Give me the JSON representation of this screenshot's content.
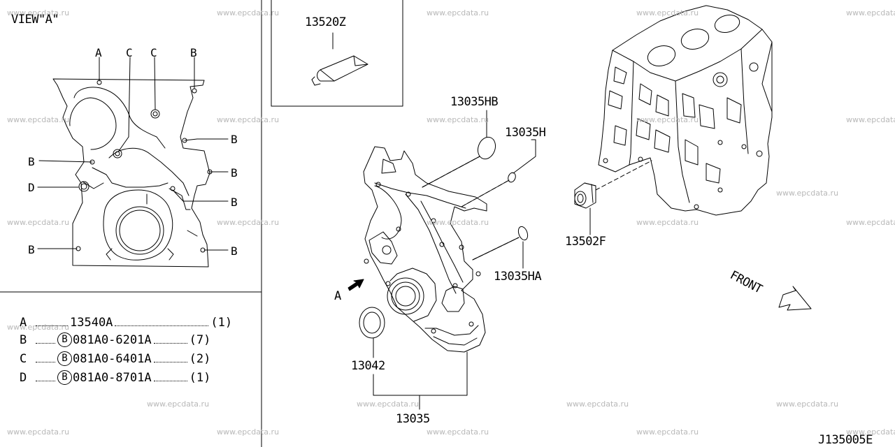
{
  "view_title": "VIEW\"A\"",
  "view_callouts": {
    "a": "A",
    "b": "B",
    "c": "C",
    "d": "D"
  },
  "legend": [
    {
      "key": "A",
      "part": "13540A",
      "prefix": "",
      "qty": "(1)"
    },
    {
      "key": "B",
      "part": "081A0-6201A",
      "prefix": "B",
      "qty": "(7)"
    },
    {
      "key": "C",
      "part": "081A0-6401A",
      "prefix": "B",
      "qty": "(2)"
    },
    {
      "key": "D",
      "part": "081A0-8701A",
      "prefix": "B",
      "qty": "(1)"
    }
  ],
  "parts": {
    "p13520Z": "13520Z",
    "p13035HB": "13035HB",
    "p13035H": "13035H",
    "p13035HA": "13035HA",
    "p13502F": "13502F",
    "p13042": "13042",
    "p13035": "13035",
    "arrow_a": "A"
  },
  "front_label": "FRONT",
  "diagram_code": "J135005E",
  "watermark": "www.epcdata.ru"
}
